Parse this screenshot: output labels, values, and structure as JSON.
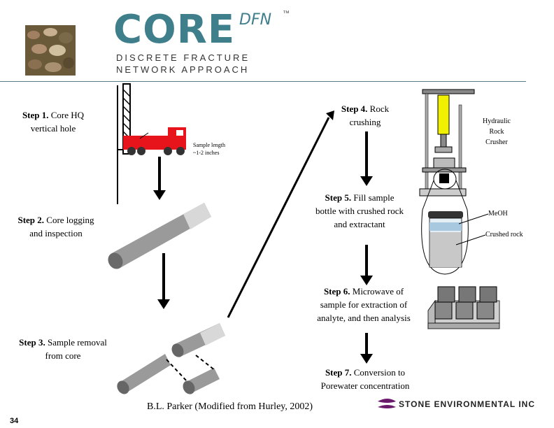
{
  "header": {
    "logo_main": "CORE",
    "logo_suffix": "DFN",
    "trademark": "™",
    "subtitle_line1": "DISCRETE FRACTURE",
    "subtitle_line2": "NETWORK APPROACH"
  },
  "steps": {
    "s1_num": "Step 1.",
    "s1_text": "Core HQ",
    "s1_text2": "vertical hole",
    "s2_num": "Step 2.",
    "s2_text": "Core logging",
    "s2_text2": "and inspection",
    "s3_num": "Step 3.",
    "s3_text": "Sample removal",
    "s3_text2": "from core",
    "s4_num": "Step 4.",
    "s4_text": "Rock",
    "s4_text2": "crushing",
    "s5_num": "Step 5.",
    "s5_text": "Fill sample",
    "s5_text2": "bottle with crushed rock",
    "s5_text3": "and extractant",
    "s6_num": "Step 6.",
    "s6_text": "Microwave of",
    "s6_text2": "sample for extraction of",
    "s6_text3": "analyte, and then analysis",
    "s7_num": "Step 7.",
    "s7_text": "Conversion to",
    "s7_text2": "Porewater concentration"
  },
  "labels": {
    "sample_length": "Sample length",
    "sample_length2": "~1-2 inches",
    "crusher1": "Hydraulic",
    "crusher2": "Rock",
    "crusher3": "Crusher",
    "meoh": "MeOH",
    "crushed_rock": "Crushed rock"
  },
  "footer": {
    "credit": "B.L. Parker (Modified from Hurley, 2002)",
    "company": "STONE ENVIRONMENTAL INC",
    "page": "34"
  },
  "colors": {
    "logo": "#3f7f8c",
    "truck": "#e8141c",
    "core_gray": "#9a9a9a",
    "crusher_yellow": "#f0f000"
  }
}
